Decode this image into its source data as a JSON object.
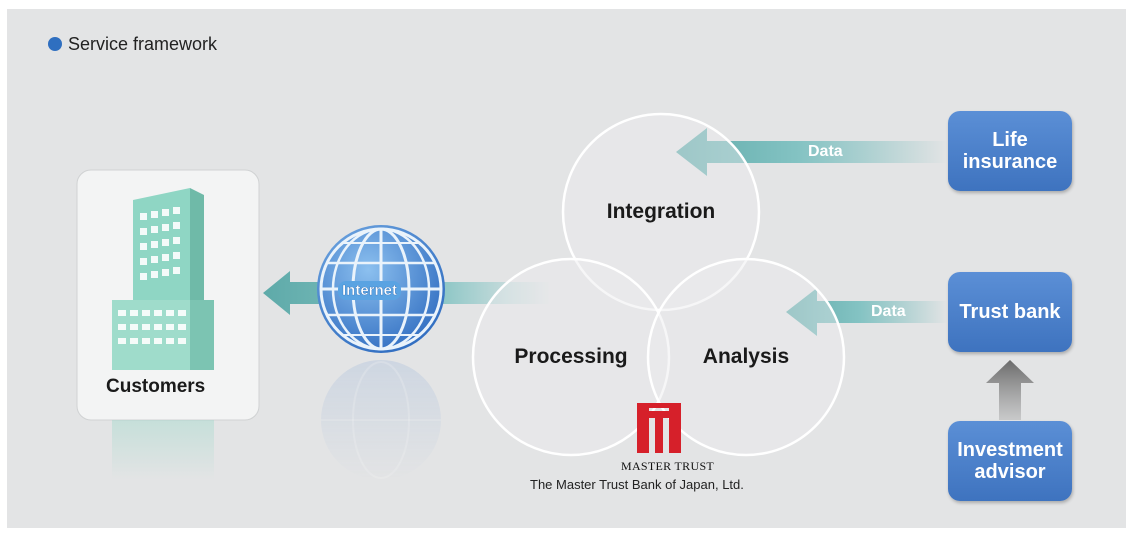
{
  "title": "Service framework",
  "circles": {
    "integration": "Integration",
    "processing": "Processing",
    "analysis": "Analysis"
  },
  "sources": {
    "life_insurance": "Life\ninsurance",
    "trust_bank": "Trust bank",
    "investment_advisor": "Investment\nadvisor"
  },
  "flows": {
    "data_top": "Data",
    "data_bottom": "Data",
    "internet": "Internet"
  },
  "customers": "Customers",
  "company": {
    "logo_text": "MASTER TRUST",
    "name": "The Master Trust Bank of Japan, Ltd."
  },
  "colors": {
    "panel": "#e3e4e5",
    "box": "#4a80cc",
    "arrow": "#6fb8b8",
    "building": "#8fd6c4",
    "logo": "#d6202a"
  }
}
